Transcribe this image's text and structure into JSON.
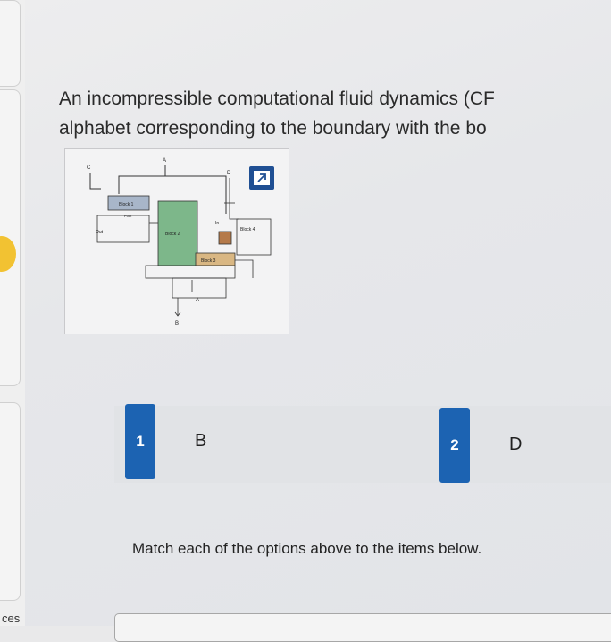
{
  "question": {
    "line1": "An incompressible computational fluid dynamics (CF",
    "line2": "alphabet corresponding to the boundary with the bo"
  },
  "figure": {
    "labels": {
      "c": "C",
      "a_top": "A",
      "d": "D",
      "block1": "Block 1",
      "block2": "Block 2",
      "block3": "Block 3",
      "block4": "Block 4",
      "out": "Out",
      "pout": "Pout",
      "in": "In",
      "a_bottom": "A",
      "b": "B"
    },
    "colors": {
      "block2": "#7db78a",
      "block3": "#d9b783",
      "block1": "#a8b6c9",
      "in_box": "#b57a4a"
    }
  },
  "options": [
    {
      "number": "1",
      "letter": "B"
    },
    {
      "number": "2",
      "letter": "D"
    }
  ],
  "instruction": "Match each of the options above to the items below.",
  "sidebar": {
    "label": "ces"
  },
  "expand_icon": "expand-arrow-icon"
}
